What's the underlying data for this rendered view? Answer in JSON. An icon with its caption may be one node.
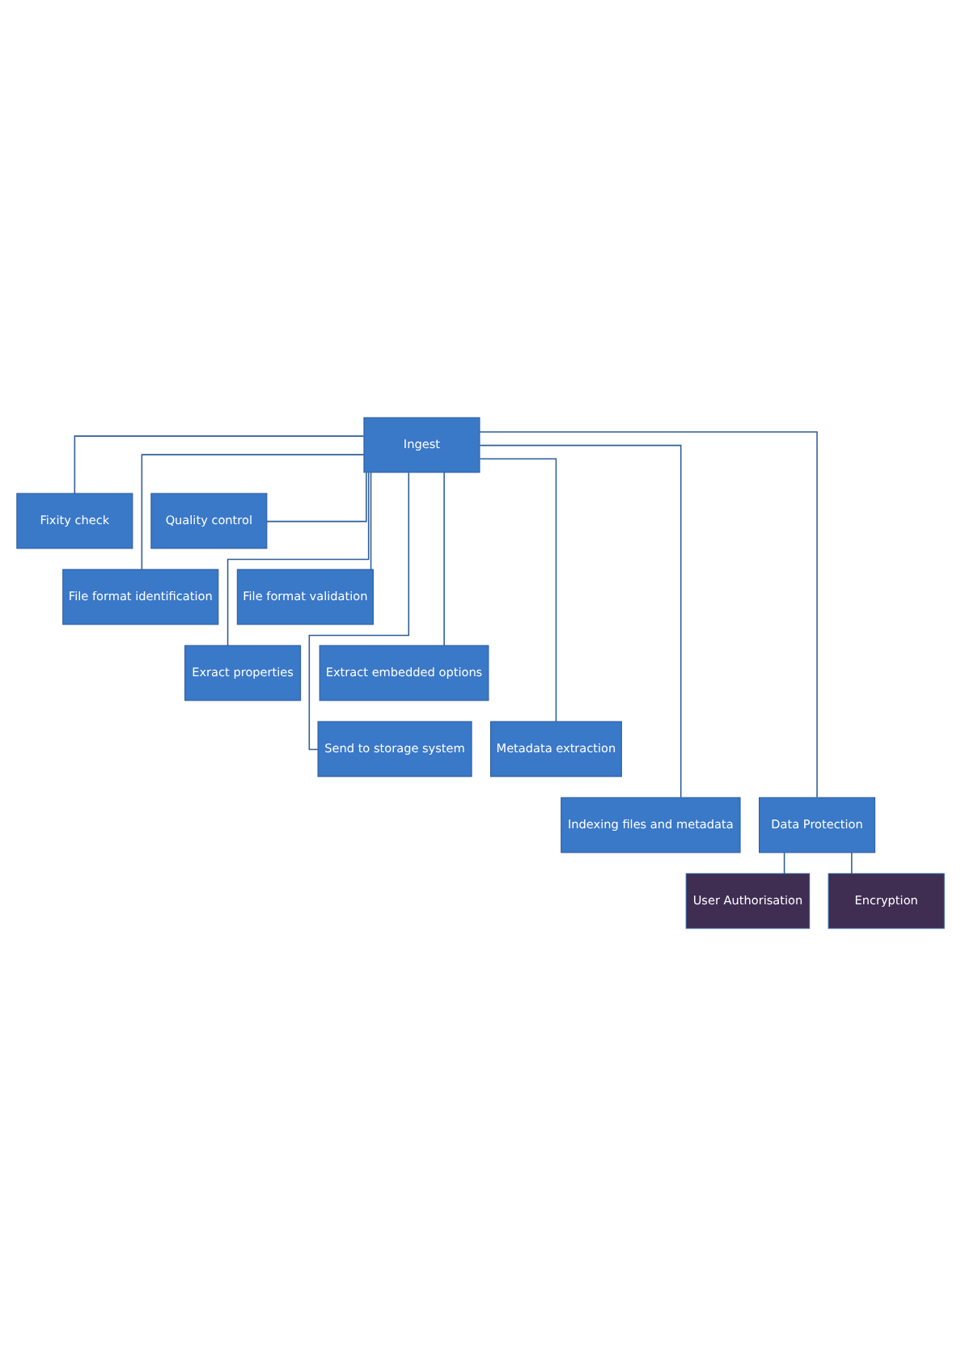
{
  "diagram": {
    "nodes": [
      {
        "text": [
          "Ingest"
        ]
      },
      {
        "text": [
          "Fixity check"
        ]
      },
      {
        "text": [
          "Quality control"
        ]
      },
      {
        "text": [
          "File format identification"
        ]
      },
      {
        "text": [
          "File format validation"
        ]
      },
      {
        "text": [
          "Exract properties"
        ]
      },
      {
        "text": [
          "Extract embedded options"
        ]
      },
      {
        "text": [
          "Send to storage system"
        ]
      },
      {
        "text": [
          "Metadata extraction"
        ]
      },
      {
        "text": [
          "Indexing files and metadata"
        ]
      },
      {
        "text": [
          "Data Protection"
        ]
      },
      {
        "text": [
          "User Authorisation"
        ]
      },
      {
        "text": [
          "Encryption"
        ]
      }
    ],
    "edges": [
      {
        "from": 0,
        "to": 1,
        "arrow": "none"
      },
      {
        "from": 0,
        "to": 2,
        "arrow": "none"
      },
      {
        "from": 0,
        "to": 3,
        "arrow": "none"
      },
      {
        "from": 0,
        "to": 4,
        "arrow": "none"
      },
      {
        "from": 0,
        "to": 5,
        "arrow": "none"
      },
      {
        "from": 0,
        "to": 6,
        "arrow": "none"
      },
      {
        "from": 0,
        "to": 7,
        "arrow": "none"
      },
      {
        "from": 0,
        "to": 8,
        "arrow": "none"
      },
      {
        "from": 0,
        "to": 9,
        "arrow": "none"
      },
      {
        "from": 0,
        "to": 10,
        "arrow": "none"
      },
      {
        "from": 10,
        "to": 11,
        "arrow": "none"
      },
      {
        "from": 10,
        "to": 12,
        "arrow": "none"
      }
    ]
  }
}
